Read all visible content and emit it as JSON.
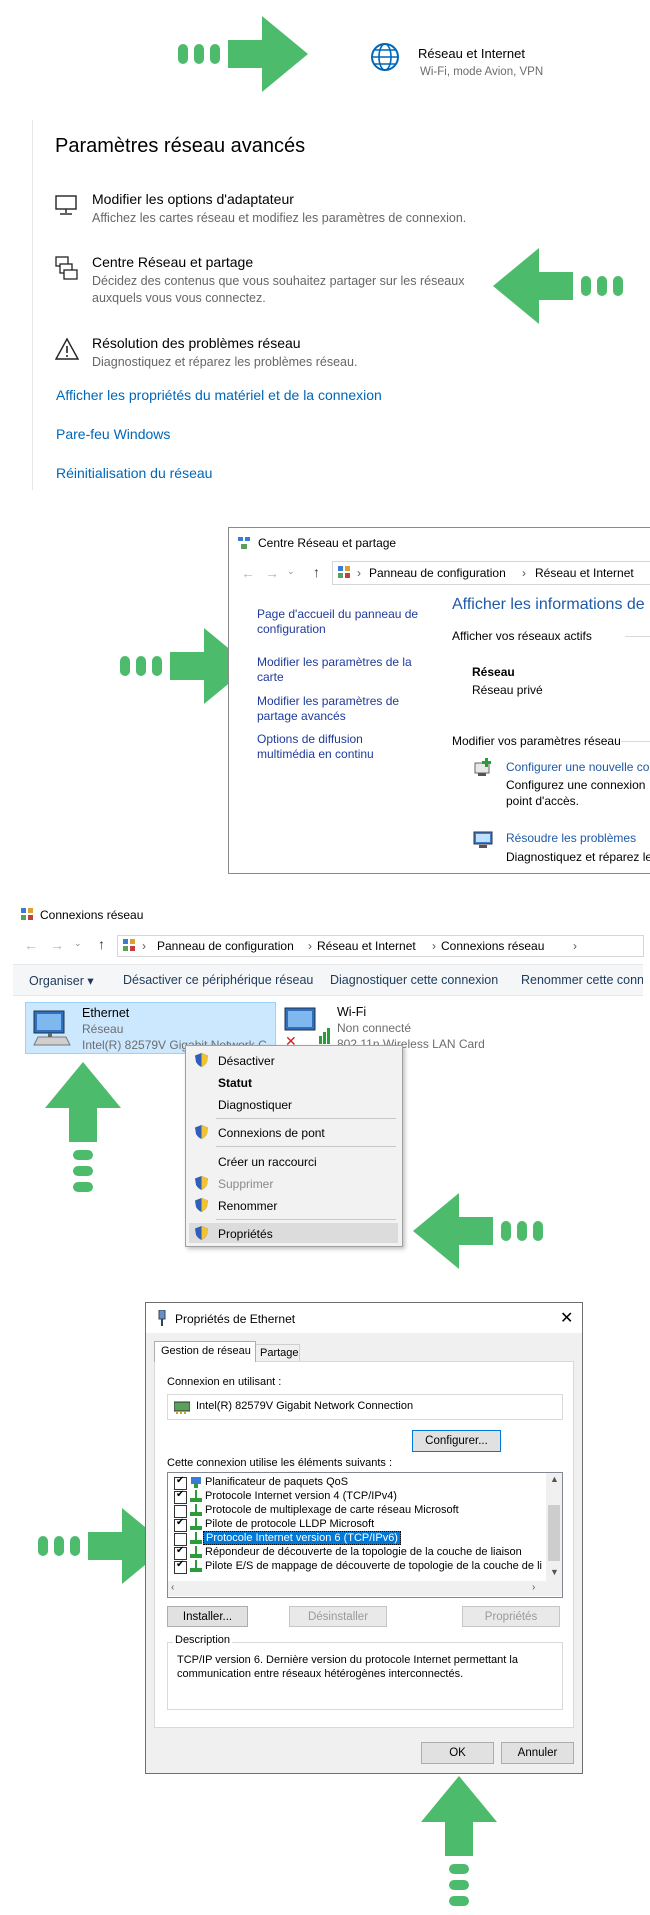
{
  "section1": {
    "title": "Réseau et Internet",
    "subtitle": "Wi-Fi, mode Avion, VPN"
  },
  "section2": {
    "title": "Paramètres réseau avancés",
    "options": [
      {
        "title": "Modifier les options d'adaptateur",
        "desc1": "Affichez les cartes réseau et modifiez les paramètres de connexion.",
        "desc2": ""
      },
      {
        "title": "Centre Réseau et partage",
        "desc1": "Décidez des contenus que vous souhaitez partager sur les réseaux",
        "desc2": "auxquels vous vous connectez."
      },
      {
        "title": "Résolution des problèmes réseau",
        "desc1": "Diagnostiquez et réparez les problèmes réseau.",
        "desc2": ""
      }
    ],
    "links": [
      "Afficher les propriétés du matériel et de la connexion",
      "Pare-feu Windows",
      "Réinitialisation du réseau"
    ]
  },
  "section3": {
    "window_title": "Centre Réseau et partage",
    "breadcrumb": [
      "Panneau de configuration",
      "Réseau et Internet"
    ],
    "sidebar": [
      {
        "l1": "Page d'accueil du panneau de",
        "l2": "configuration"
      },
      {
        "l1": "Modifier les paramètres de la",
        "l2": "carte"
      },
      {
        "l1": "Modifier les paramètres de",
        "l2": "partage avancés"
      },
      {
        "l1": "Options de diffusion",
        "l2": "multimédia en continu"
      }
    ],
    "main_heading": "Afficher les informations de b",
    "active_networks_label": "Afficher vos réseaux actifs",
    "network_name": "Réseau",
    "network_type": "Réseau privé",
    "modify_label": "Modifier vos paramètres réseau",
    "tasks": [
      {
        "link": "Configurer une nouvelle co",
        "d1": "Configurez une connexion",
        "d2": "point d'accès."
      },
      {
        "link": "Résoudre les problèmes",
        "d1": "Diagnostiquez et réparez les",
        "d2": ""
      }
    ]
  },
  "section4": {
    "window_title": "Connexions réseau",
    "breadcrumb": [
      "Panneau de configuration",
      "Réseau et Internet",
      "Connexions réseau"
    ],
    "toolbar": [
      "Organiser ▾",
      "Désactiver ce périphérique réseau",
      "Diagnostiquer cette connexion",
      "Renommer cette conne"
    ],
    "adapters": [
      {
        "name": "Ethernet",
        "status": "Réseau",
        "device": "Intel(R) 82579V Gigabit Network C"
      },
      {
        "name": "Wi-Fi",
        "status": "Non connecté",
        "device": "802.11n Wireless LAN Card"
      }
    ],
    "context_menu": [
      "Désactiver",
      "Statut",
      "Diagnostiquer",
      "Connexions de pont",
      "Créer un raccourci",
      "Supprimer",
      "Renommer",
      "Propriétés"
    ]
  },
  "section5": {
    "dialog_title": "Propriétés de Ethernet",
    "tabs": [
      "Gestion de réseau",
      "Partage"
    ],
    "connect_using_label": "Connexion en utilisant :",
    "adapter_name": "Intel(R) 82579V Gigabit Network Connection",
    "configure_button": "Configurer...",
    "items_label": "Cette connexion utilise les éléments suivants :",
    "items": [
      {
        "label": "Planificateur de paquets QoS",
        "checked": true
      },
      {
        "label": "Protocole Internet version 4 (TCP/IPv4)",
        "checked": true
      },
      {
        "label": "Protocole de multiplexage de carte réseau Microsoft",
        "checked": false
      },
      {
        "label": "Pilote de protocole LLDP Microsoft",
        "checked": true
      },
      {
        "label": "Protocole Internet version 6 (TCP/IPv6)",
        "checked": false
      },
      {
        "label": "Répondeur de découverte de la topologie de la couche de liaison",
        "checked": true
      },
      {
        "label": "Pilote E/S de mappage de découverte de topologie de la couche de li",
        "checked": true
      }
    ],
    "install_button": "Installer...",
    "uninstall_button": "Désinstaller",
    "properties_button": "Propriétés",
    "description_label": "Description",
    "description_text1": "TCP/IP version 6. Dernière version du protocole Internet permettant la",
    "description_text2": "communication entre réseaux hétérogènes interconnectés.",
    "ok_button": "OK",
    "cancel_button": "Annuler"
  },
  "colors": {
    "arrow": "#4cbb6c",
    "link": "#0067b8",
    "highlight": "#0078d7"
  }
}
